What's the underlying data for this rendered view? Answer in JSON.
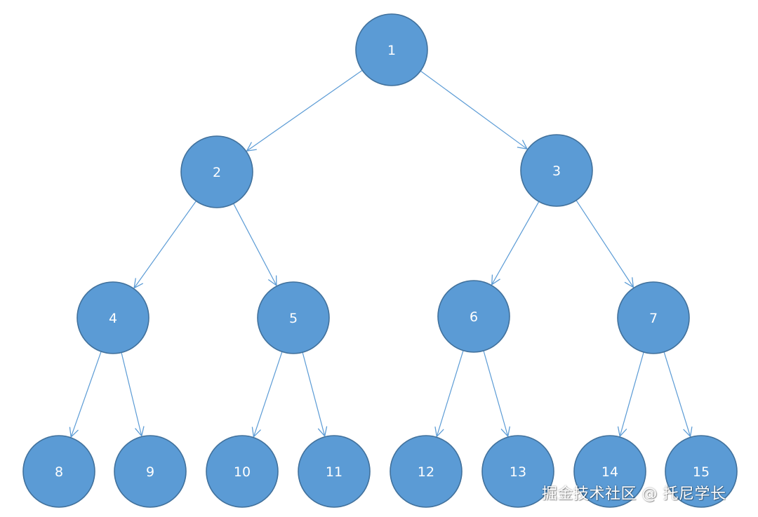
{
  "diagram": {
    "type": "binary-tree",
    "node_fill": "#5b9bd5",
    "node_stroke": "#41719c",
    "edge_color": "#5b9bd5",
    "label_color": "#ffffff",
    "nodes": [
      {
        "id": "1",
        "label": "1"
      },
      {
        "id": "2",
        "label": "2"
      },
      {
        "id": "3",
        "label": "3"
      },
      {
        "id": "4",
        "label": "4"
      },
      {
        "id": "5",
        "label": "5"
      },
      {
        "id": "6",
        "label": "6"
      },
      {
        "id": "7",
        "label": "7"
      },
      {
        "id": "8",
        "label": "8"
      },
      {
        "id": "9",
        "label": "9"
      },
      {
        "id": "10",
        "label": "10"
      },
      {
        "id": "11",
        "label": "11"
      },
      {
        "id": "12",
        "label": "12"
      },
      {
        "id": "13",
        "label": "13"
      },
      {
        "id": "14",
        "label": "14"
      },
      {
        "id": "15",
        "label": "15"
      }
    ],
    "edges": [
      {
        "from": "1",
        "to": "2"
      },
      {
        "from": "1",
        "to": "3"
      },
      {
        "from": "2",
        "to": "4"
      },
      {
        "from": "2",
        "to": "5"
      },
      {
        "from": "3",
        "to": "6"
      },
      {
        "from": "3",
        "to": "7"
      },
      {
        "from": "4",
        "to": "8"
      },
      {
        "from": "4",
        "to": "9"
      },
      {
        "from": "5",
        "to": "10"
      },
      {
        "from": "5",
        "to": "11"
      },
      {
        "from": "6",
        "to": "12"
      },
      {
        "from": "6",
        "to": "13"
      },
      {
        "from": "7",
        "to": "14"
      },
      {
        "from": "7",
        "to": "15"
      }
    ]
  },
  "watermark": {
    "text": "掘金技术社区 @ 托尼学长"
  }
}
